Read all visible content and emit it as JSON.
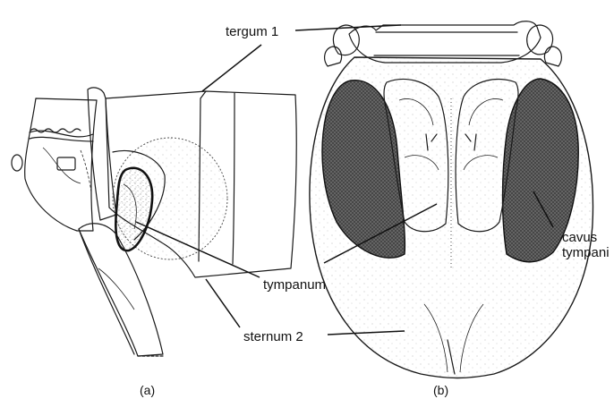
{
  "labels": {
    "tergum": "tergum 1",
    "tympanum": "tympanum",
    "sternum": "sternum 2",
    "cavus_line1": "cavus",
    "cavus_line2": "tympani"
  },
  "captions": {
    "a": "(a)",
    "b": "(b)"
  },
  "colors": {
    "ink": "#1a1a1a",
    "shade": "#555555",
    "background": "#ffffff"
  }
}
